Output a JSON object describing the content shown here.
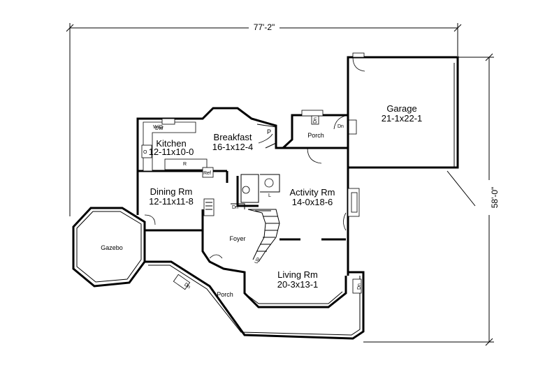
{
  "dimensions": {
    "width": "77'-2\"",
    "depth": "58'-0\""
  },
  "rooms": {
    "garage": {
      "name": "Garage",
      "size": "21-1x22-1"
    },
    "kitchen": {
      "name": "Kitchen",
      "size": "12-11x10-0"
    },
    "breakfast": {
      "name": "Breakfast",
      "size": "16-1x12-4"
    },
    "dining": {
      "name": "Dining Rm",
      "size": "12-11x11-8"
    },
    "activity": {
      "name": "Activity Rm",
      "size": "14-0x18-6"
    },
    "living": {
      "name": "Living Rm",
      "size": "20-3x13-1"
    },
    "gazebo": {
      "name": "Gazebo"
    },
    "foyer": {
      "name": "Foyer"
    },
    "porch_side": {
      "name": "Porch"
    },
    "porch_front": {
      "name": "Porch"
    }
  },
  "labels": {
    "pantry": "P",
    "down_stair": "Dn",
    "down_porch": "Dn",
    "down_garage": "Dn",
    "down_living": "Dn",
    "up_stair": "Up",
    "laundry": "L",
    "dw": "DW",
    "range": "R",
    "oven": "O",
    "ref": "Ref",
    "wo": "W/O"
  }
}
